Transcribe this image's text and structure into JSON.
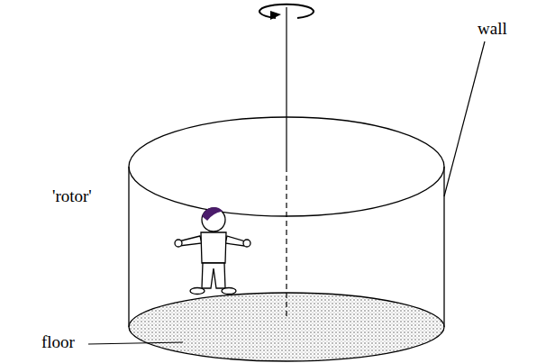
{
  "diagram": {
    "labels": [
      "wall",
      "'rotor'",
      "floor"
    ]
  }
}
